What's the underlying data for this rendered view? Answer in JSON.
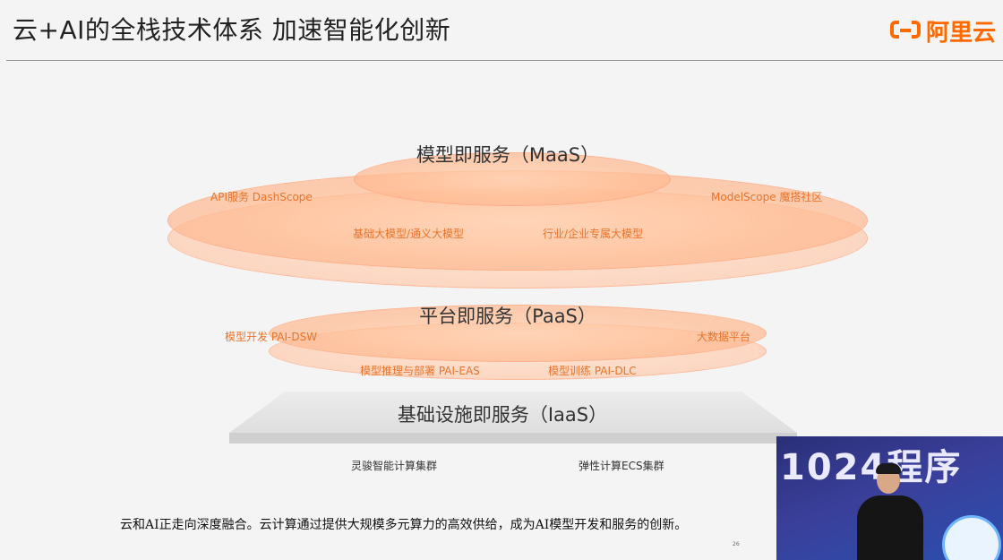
{
  "header": {
    "title": "云+AI的全栈技术体系 加速智能化创新",
    "logo_text": "阿里云",
    "brand_color": "#ff6a00"
  },
  "diagram": {
    "maas": {
      "title": "模型即服务（MaaS）",
      "left_tag": "API服务 DashScope",
      "right_tag": "ModelScope 魔搭社区",
      "inner_left": "基础大模型/通义大模型",
      "inner_right": "行业/企业专属大模型"
    },
    "paas": {
      "title": "平台即服务（PaaS）",
      "left_tag": "模型开发 PAI-DSW",
      "right_tag": "大数据平台",
      "inner_left": "模型推理与部署 PAI-EAS",
      "inner_right": "模型训练 PAI-DLC"
    },
    "iaas": {
      "title": "基础设施即服务（IaaS）",
      "left_label": "灵骏智能计算集群",
      "right_label": "弹性计算ECS集群"
    },
    "accent_text_color": "#e8742c"
  },
  "footer": {
    "caption": "云和AI正走向深度融合。云计算通过提供大规模多元算力的高效供给，成为AI模型开发和服务的创新。",
    "page_number": "26"
  },
  "video_overlay": {
    "banner_text": "1024程序"
  }
}
